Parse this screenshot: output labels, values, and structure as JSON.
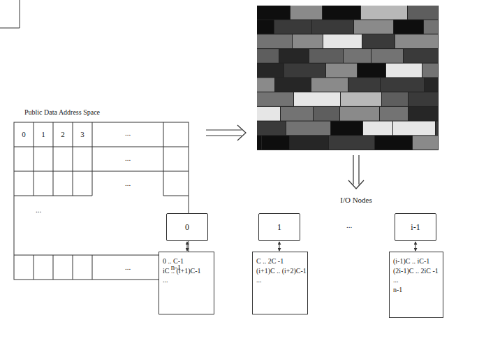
{
  "diagram": {
    "nodes": [
      {
        "text": [
          "0"
        ]
      },
      {
        "text": [
          "1"
        ]
      },
      {
        "text": [
          "i-1"
        ]
      },
      {
        "text": [
          "0 .. C-1",
          "iC .. (i+1)C-1",
          "..."
        ]
      },
      {
        "text": [
          "C .. 2C -1",
          "(i+1)C .. (i+2)C-1",
          "..."
        ]
      },
      {
        "text": [
          "(i-1)C .. iC-1",
          "(2i-1)C .. 2iC -1",
          "...",
          "n-1"
        ]
      }
    ],
    "edges": [
      {
        "from": 0,
        "to": 3,
        "arrow": "both"
      },
      {
        "from": 1,
        "to": 4,
        "arrow": "both"
      },
      {
        "from": 2,
        "to": 5,
        "arrow": "both"
      }
    ],
    "labels": [
      "Public Data Address Space",
      "0",
      "1",
      "2",
      "3",
      "...",
      "...",
      "...",
      "...",
      "...",
      "n-1",
      "I/O Nodes",
      "..."
    ]
  }
}
